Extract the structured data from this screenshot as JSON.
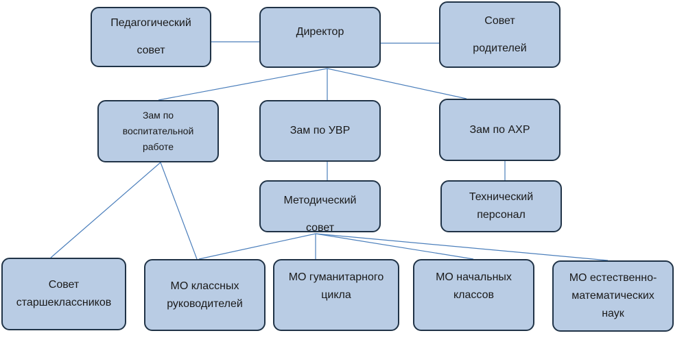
{
  "nodes": {
    "ped_sovet": [
      "Педагогический",
      "совет"
    ],
    "director": [
      "Директор"
    ],
    "sovet_roditeley": [
      "Совет",
      "родителей"
    ],
    "zam_vr": [
      "Зам по",
      "воспитательной",
      "работе"
    ],
    "zam_uvr": [
      "Зам по УВР"
    ],
    "zam_axr": [
      "Зам по АХР"
    ],
    "met_sovet": [
      "Методический",
      "совет"
    ],
    "tech_personal": [
      "Технический",
      "персонал"
    ],
    "sovet_starsh": [
      "Совет",
      "старшеклассников"
    ],
    "mo_klass": [
      "МО классных",
      "руководителей"
    ],
    "mo_gum": [
      "МО гуманитарного",
      "цикла"
    ],
    "mo_nach": [
      "МО начальных",
      "классов"
    ],
    "mo_est": [
      "МО естественно-",
      "математических",
      "наук"
    ]
  },
  "colors": {
    "box_fill": "#b9cce4",
    "box_border": "#1f3246",
    "connector": "#4a7ebb"
  }
}
